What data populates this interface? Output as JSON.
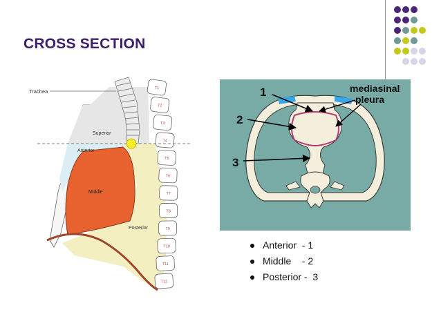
{
  "slide": {
    "title": "CROSS SECTION"
  },
  "left_diagram": {
    "labels": {
      "trachea": "Trachea",
      "superior": "Superior",
      "anterior": "Anterior",
      "middle": "Middle",
      "posterior": "Posterior"
    },
    "vertebrae": [
      "T1",
      "T2",
      "T3",
      "T4",
      "T5",
      "T6",
      "T7",
      "T8",
      "T9",
      "T10",
      "T11",
      "T12"
    ],
    "colors": {
      "middle": "#e8622f",
      "posterior": "#f4efc0",
      "superior": "#e6e6e6",
      "anterior": "#dbeef3",
      "marker": "#f6ef2a"
    }
  },
  "right_diagram": {
    "annotation_labels": [
      "1",
      "2",
      "3"
    ],
    "pleura_label_line1": "mediasinal",
    "pleura_label_line2": "pleura",
    "colors": {
      "background": "#78aaa6",
      "bone": "#f4efdc",
      "pleura_line": "#b03a72",
      "blue_patch": "#39a6e6"
    }
  },
  "legend": {
    "items": [
      "Anterior  - 1",
      "Middle    - 2",
      "Posterior -  3"
    ]
  },
  "decoration": {
    "dot_colors": [
      "#4a2774",
      "#6f9a98",
      "#c4c81c",
      "#d6d6e6"
    ]
  }
}
